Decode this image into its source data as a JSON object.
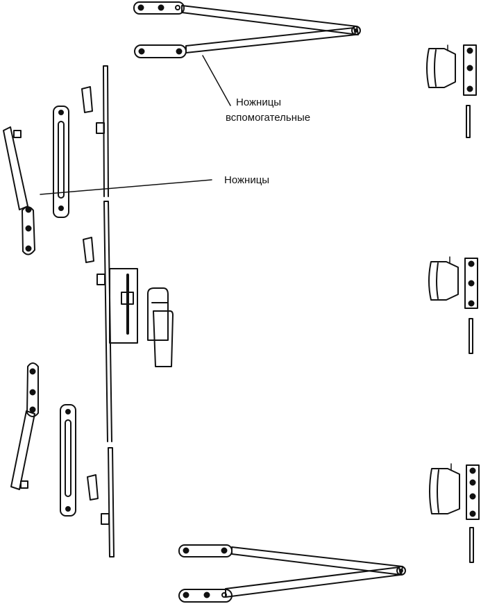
{
  "labels": {
    "aux_scissors_line1": "Ножницы",
    "aux_scissors_line2": "вспомогательные",
    "scissors": "Ножницы"
  },
  "colors": {
    "stroke": "#111111",
    "background": "#ffffff"
  }
}
